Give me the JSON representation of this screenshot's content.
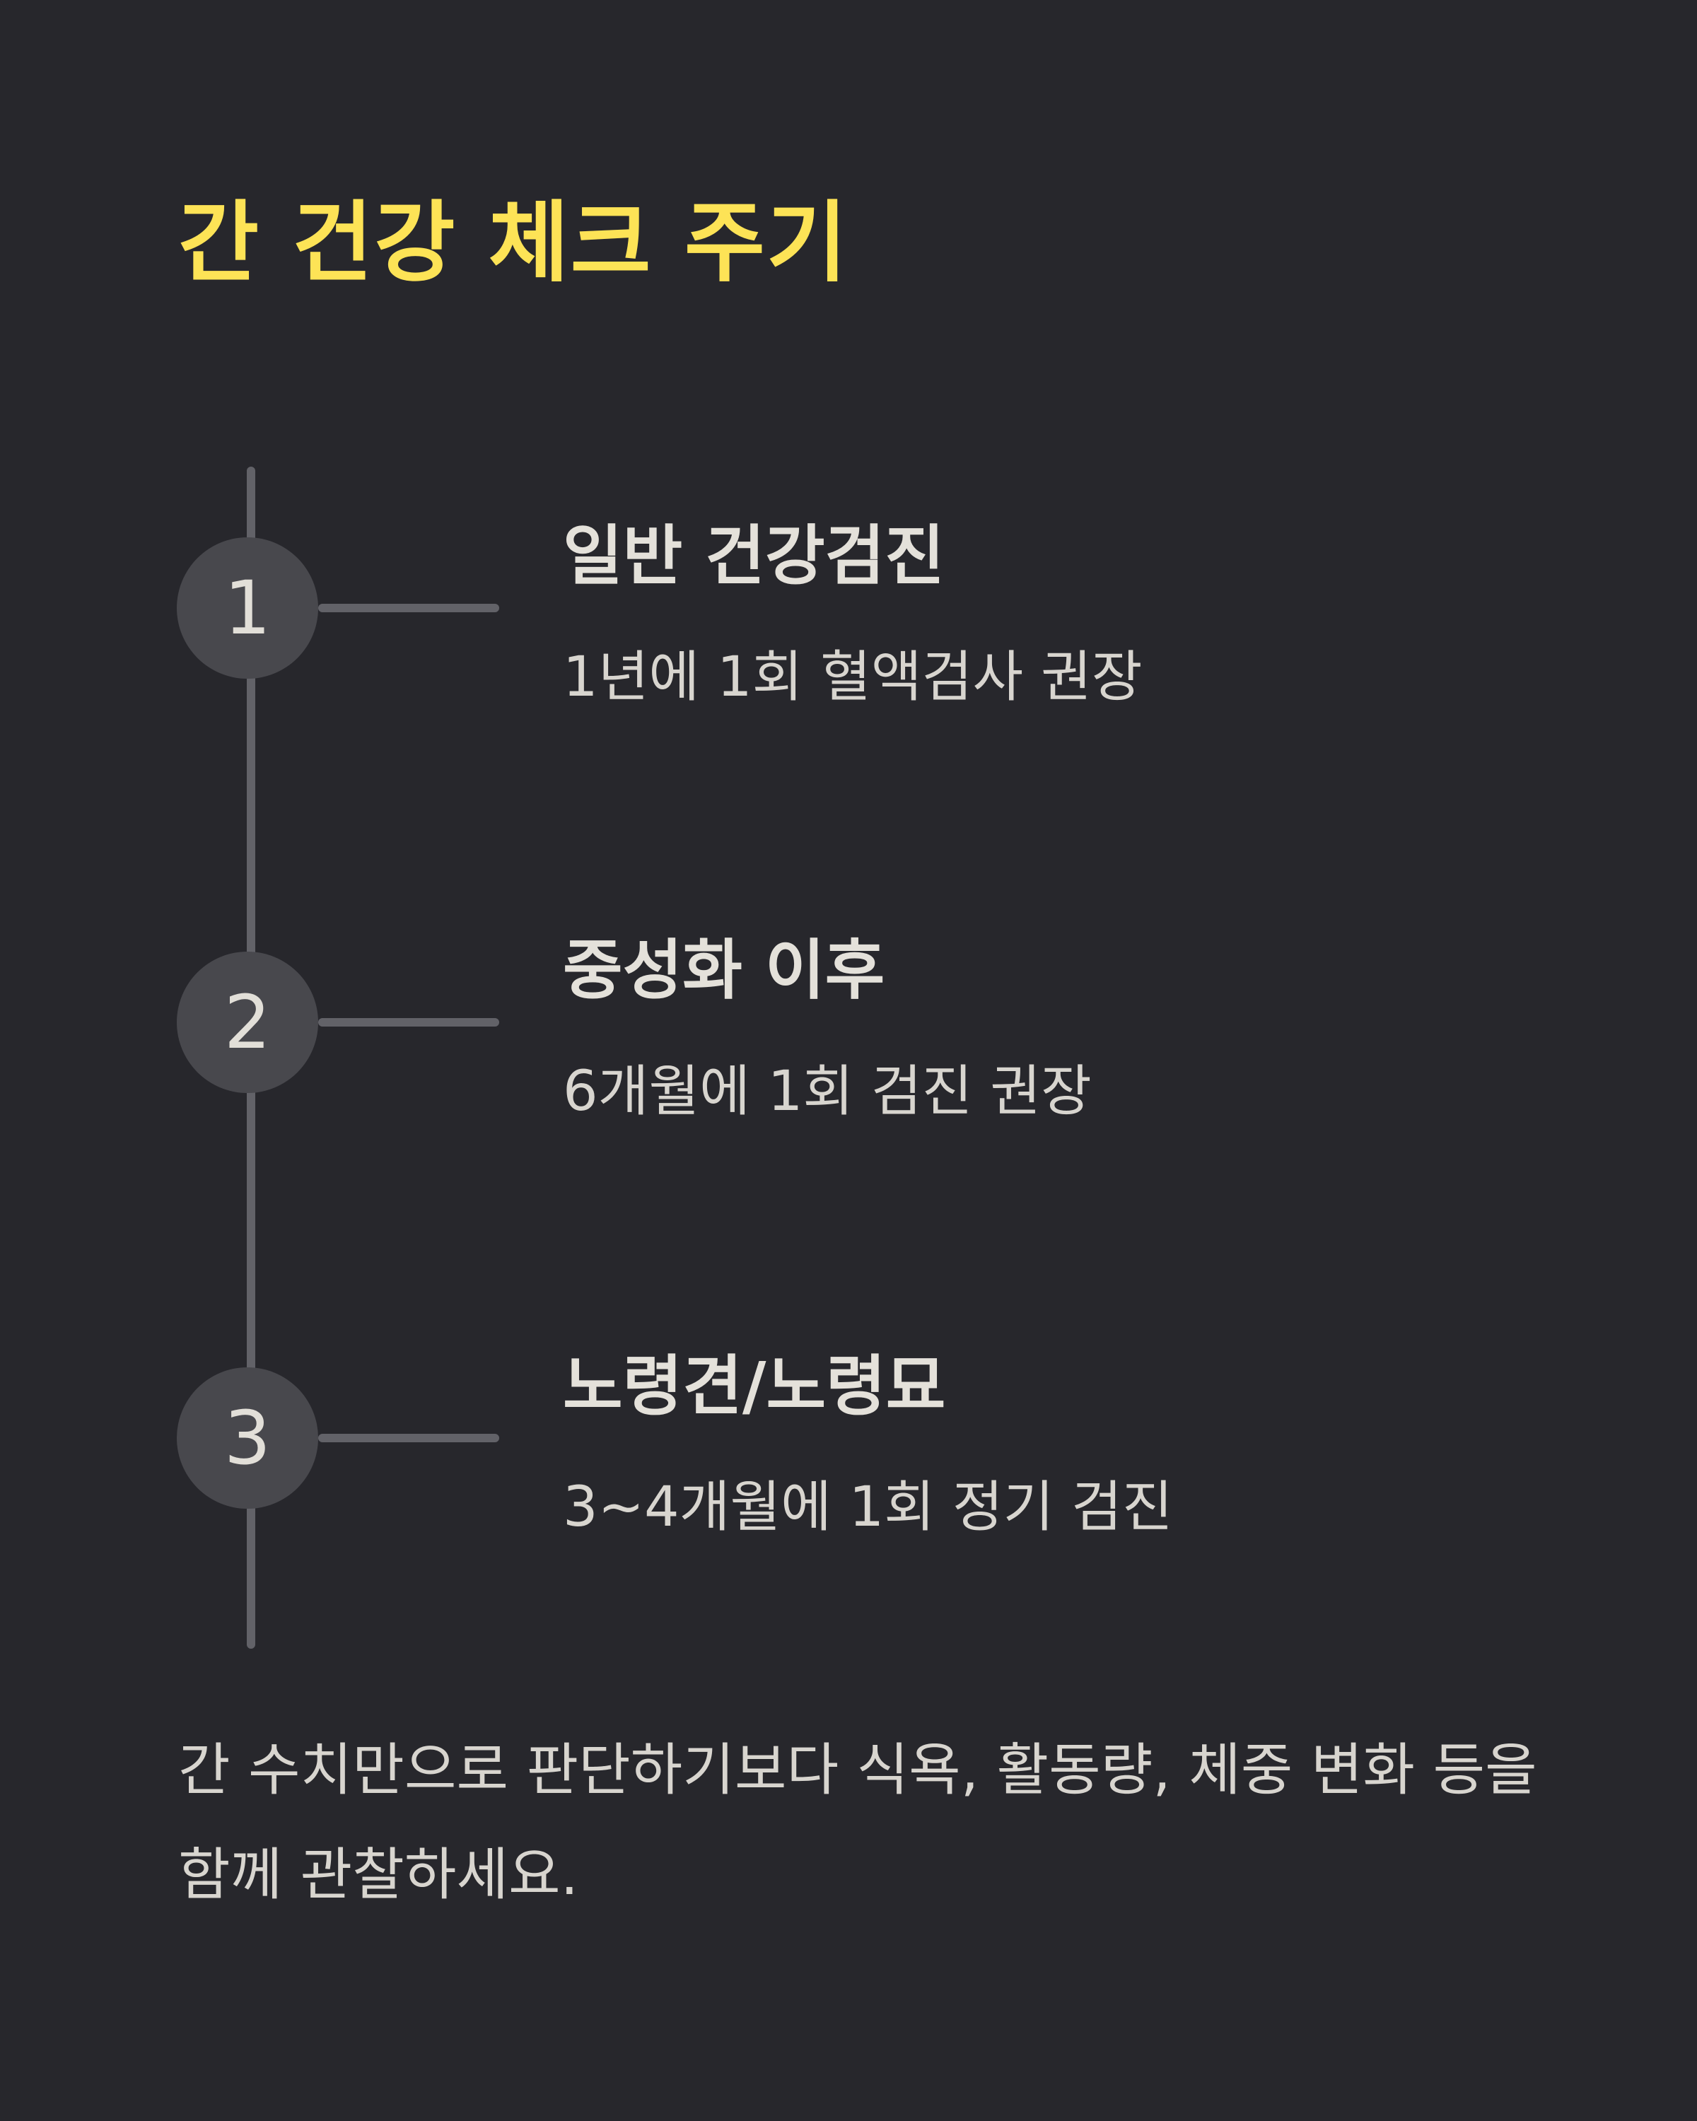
{
  "title": "간 건강 체크 주기",
  "steps": [
    {
      "number": "1",
      "heading": "일반 건강검진",
      "description": "1년에 1회 혈액검사 권장"
    },
    {
      "number": "2",
      "heading": "중성화 이후",
      "description": "6개월에 1회 검진 권장"
    },
    {
      "number": "3",
      "heading": "노령견/노령묘",
      "description": "3~4개월에 1회 정기 검진"
    }
  ],
  "note": "간 수치만으로 판단하기보다 식욕, 활동량, 체중 변화 등을 함께 관찰하세요.",
  "colors": {
    "background": "#27272c",
    "title": "#fde356",
    "circle": "#48484d",
    "line": "#626268",
    "text": "#e4e1da"
  }
}
